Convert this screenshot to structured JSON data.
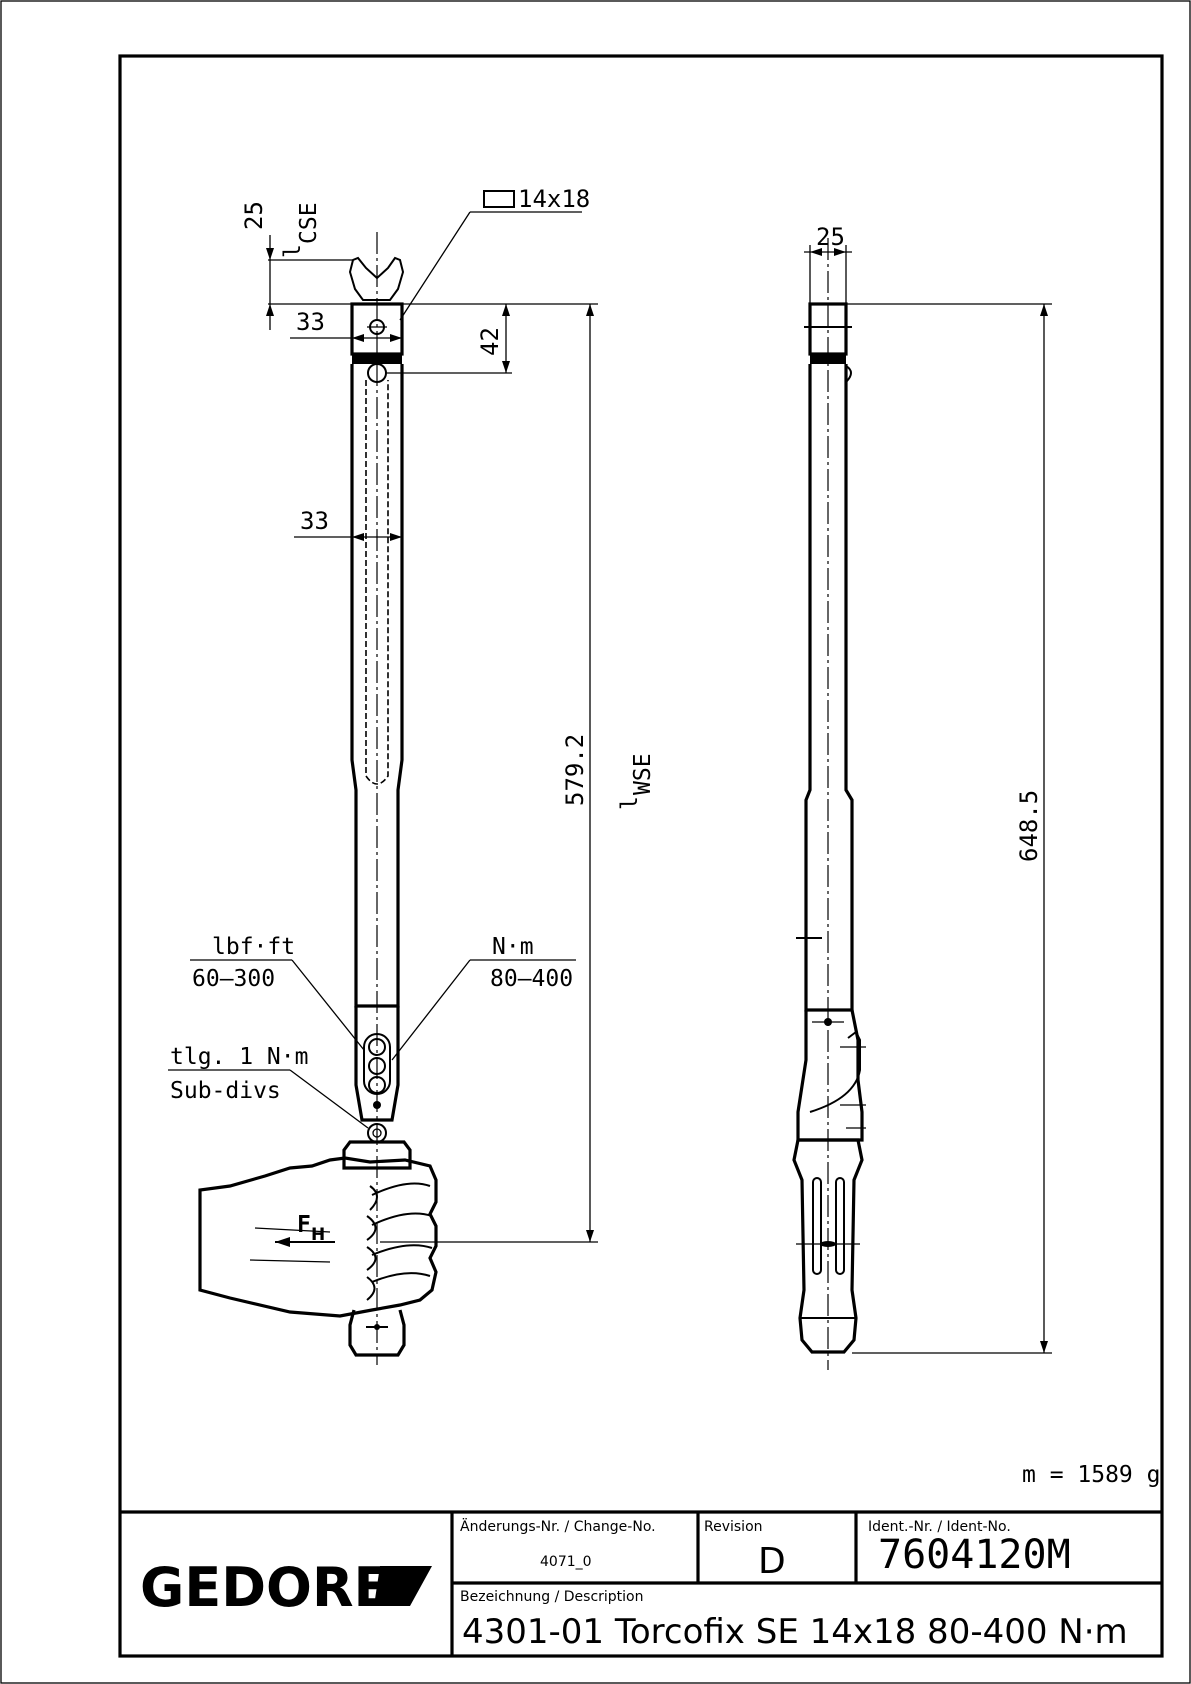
{
  "drawing": {
    "square_drive_label": "14x18",
    "dim_head_lcse": "25",
    "label_lcse_l": "l",
    "label_lcse_sub": "CSE",
    "dim_head_width": "33",
    "dim_head_height": "42",
    "dim_tube_width": "33",
    "dim_lwse": "579.2",
    "label_lwse_l": "l",
    "label_lwse_sub": "WSE",
    "scale_imperial_unit": "lbf·ft",
    "scale_imperial_range": "60–300",
    "scale_metric_unit": "N·m",
    "scale_metric_range": "80–400",
    "subdiv_line1": "tlg. 1 N·m",
    "subdiv_line2": "Sub-divs",
    "force_label_f": "F",
    "force_label_sub": "H",
    "side_dim_width": "25",
    "side_dim_length": "648.5",
    "mass": "m = 1589 g"
  },
  "title_block": {
    "brand": "GEDORE",
    "change_label": "Änderungs-Nr. / Change-No.",
    "change_value": "4071_0",
    "revision_label": "Revision",
    "revision_value": "D",
    "ident_label": "Ident.-Nr. / Ident-No.",
    "ident_value": "7604120M",
    "description_label": "Bezeichnung / Description",
    "description_value": "4301-01 Torcofix SE 14x18  80-400 N·m"
  }
}
